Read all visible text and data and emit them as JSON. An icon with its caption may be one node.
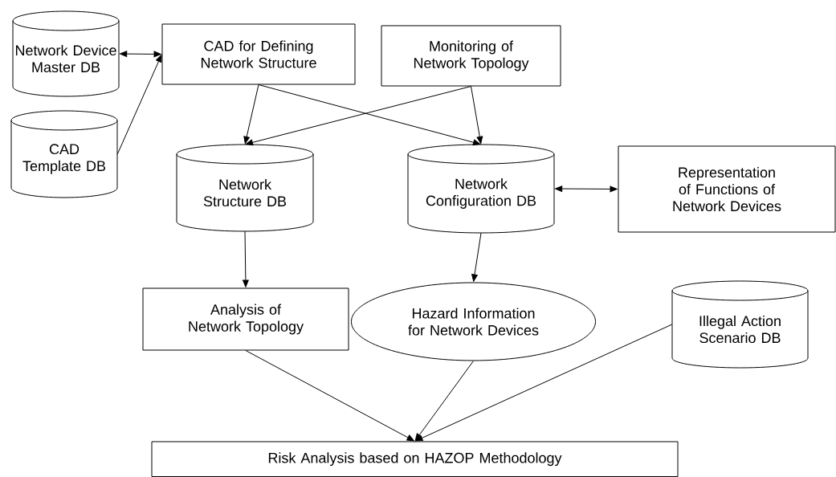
{
  "diagram": {
    "nodes": [
      {
        "text": [
          "Network Device Master DB"
        ]
      },
      {
        "text": [
          "CAD Template DB"
        ]
      },
      {
        "text": [
          "CAD for Defining Network Structure"
        ]
      },
      {
        "text": [
          "Monitoring of Network Topology"
        ]
      },
      {
        "text": [
          "Network Structure DB"
        ]
      },
      {
        "text": [
          "Network Configuration DB"
        ]
      },
      {
        "text": [
          "Representation of Functions of Network Devices"
        ]
      },
      {
        "text": [
          "Analysis of Network Topology"
        ]
      },
      {
        "text": [
          "Hazard Information for Network Devices"
        ]
      },
      {
        "text": [
          "Illegal Action Scenario DB"
        ]
      },
      {
        "text": [
          "Risk Analysis based on HAZOP Methodology"
        ]
      }
    ],
    "edges": [
      {
        "from": 0,
        "to": 2,
        "arrow": "both"
      },
      {
        "from": 1,
        "to": 2,
        "arrow": "to"
      },
      {
        "from": 2,
        "to": 4,
        "arrow": "to"
      },
      {
        "from": 2,
        "to": 5,
        "arrow": "to"
      },
      {
        "from": 3,
        "to": 4,
        "arrow": "to"
      },
      {
        "from": 3,
        "to": 5,
        "arrow": "to"
      },
      {
        "from": 5,
        "to": 6,
        "arrow": "both"
      },
      {
        "from": 4,
        "to": 7,
        "arrow": "to"
      },
      {
        "from": 5,
        "to": 8,
        "arrow": "to"
      },
      {
        "from": 7,
        "to": 10,
        "arrow": "to"
      },
      {
        "from": 8,
        "to": 10,
        "arrow": "to"
      },
      {
        "from": 9,
        "to": 10,
        "arrow": "to"
      }
    ]
  }
}
